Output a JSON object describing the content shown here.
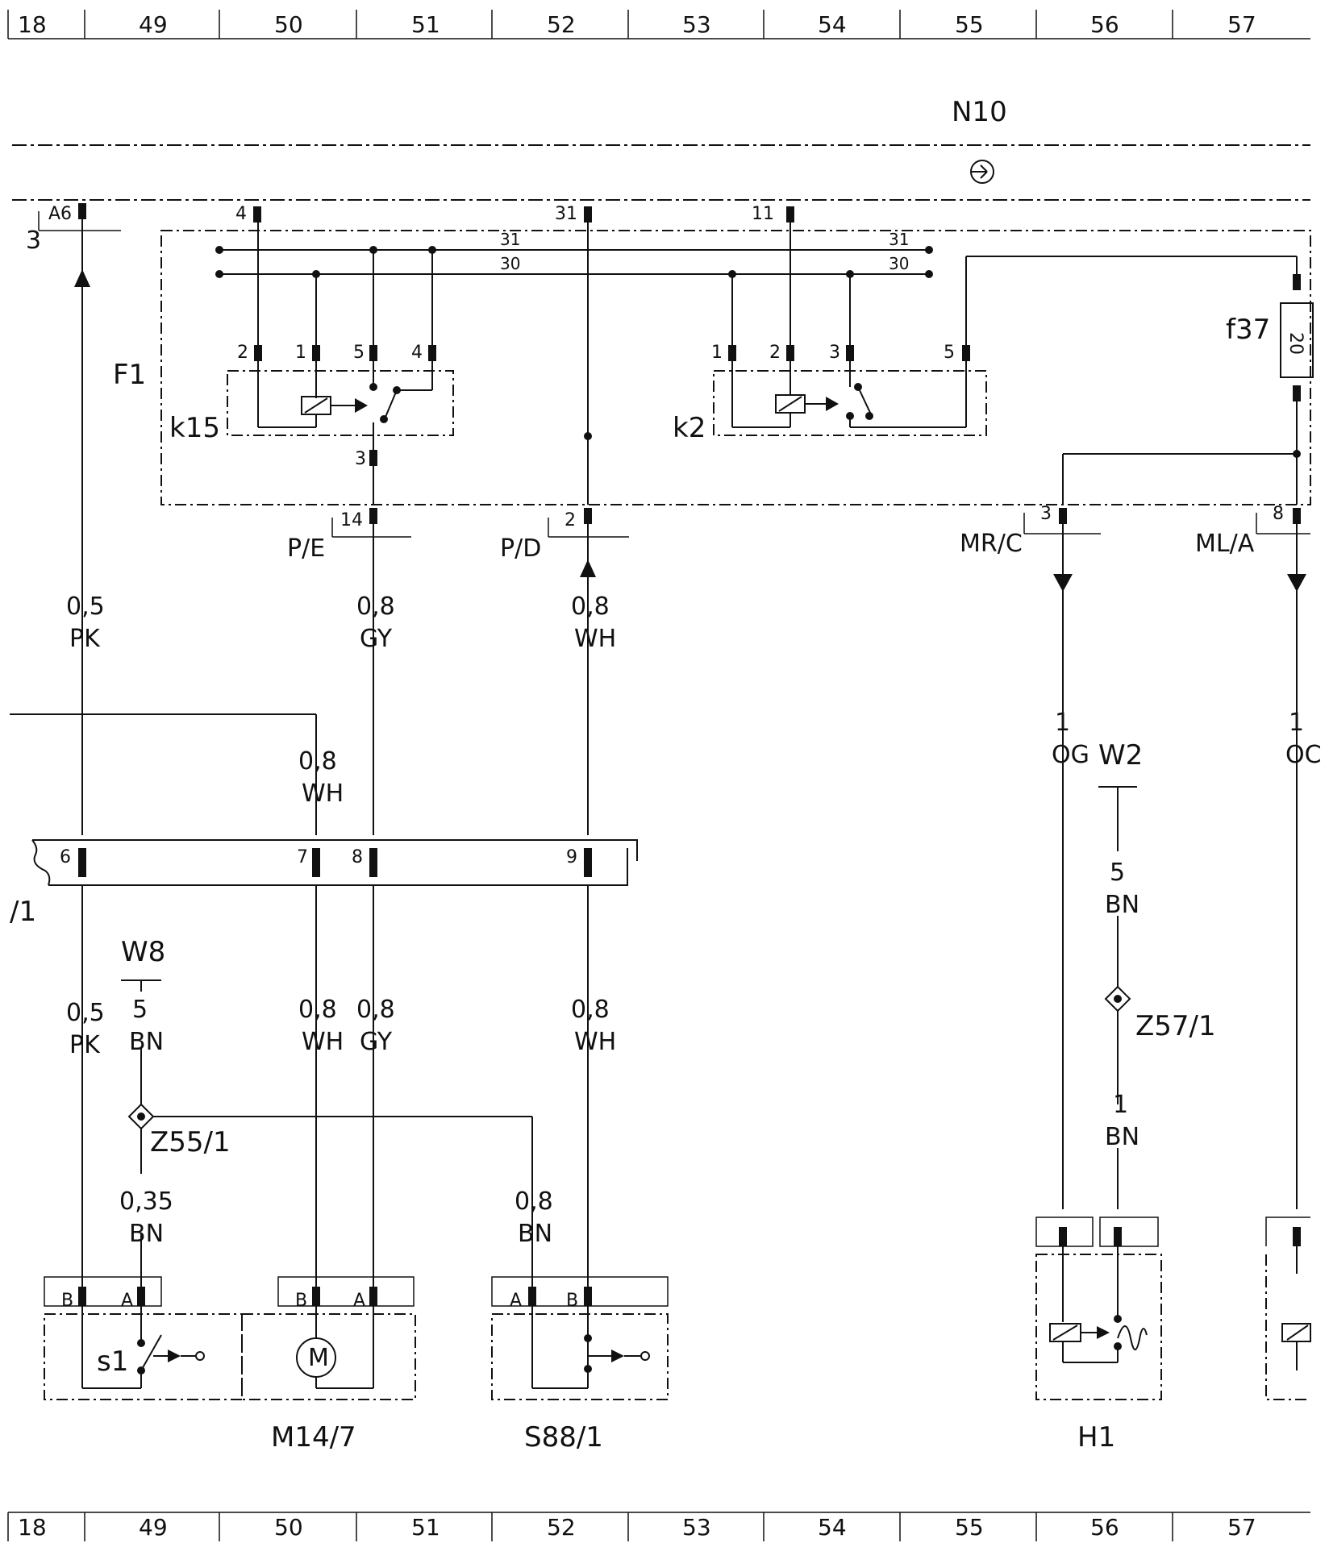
{
  "grid": {
    "top_columns": [
      "18",
      "49",
      "50",
      "51",
      "52",
      "53",
      "54",
      "55",
      "56",
      "57"
    ],
    "bottom_columns": [
      "18",
      "49",
      "50",
      "51",
      "52",
      "53",
      "54",
      "55",
      "56",
      "57"
    ]
  },
  "components": {
    "n10": "N10",
    "f1": "F1",
    "k15": "k15",
    "k2": "k2",
    "f37": "f37",
    "f37_rating": "20",
    "m14_7": "M14/7",
    "s88_1": "S88/1",
    "h1": "H1",
    "s1": "s1",
    "motor": "M",
    "left_partial": "/1"
  },
  "connectors": {
    "a6": "A6",
    "a6_side": "3",
    "n10_pin4": "4",
    "n10_pin31": "31",
    "n10_pin11": "11",
    "pe": "P/E",
    "pe_pin": "14",
    "pd": "P/D",
    "pd_pin": "2",
    "mrc": "MR/C",
    "mrc_pin": "3",
    "mla": "ML/A",
    "mla_pin": "8",
    "bus31": "31",
    "bus30": "30",
    "bus31_r": "31",
    "bus30_r": "30"
  },
  "k15_pins": {
    "p2": "2",
    "p1": "1",
    "p5": "5",
    "p4": "4",
    "p3": "3"
  },
  "k2_pins": {
    "p1": "1",
    "p2": "2",
    "p3": "3",
    "p5": "5"
  },
  "strip_pins": {
    "p6": "6",
    "p7": "7",
    "p8": "8",
    "p9": "9"
  },
  "plug_pins": {
    "s1_b": "B",
    "s1_a": "A",
    "m_b": "B",
    "m_a": "A",
    "s88_a": "A",
    "s88_b": "B"
  },
  "wires": {
    "pk_top": {
      "size": "0,5",
      "color": "PK"
    },
    "gy_top": {
      "size": "0,8",
      "color": "GY"
    },
    "wh_top": {
      "size": "0,8",
      "color": "WH"
    },
    "wh_mid": {
      "size": "0,8",
      "color": "WH"
    },
    "og_mr": {
      "size": "1",
      "color": "OG"
    },
    "og_ml": {
      "size": "1",
      "color": "OC"
    },
    "w2_bn": {
      "size": "5",
      "color": "BN"
    },
    "w2_bn2": {
      "size": "1",
      "color": "BN"
    },
    "pk_bot": {
      "size": "0,5",
      "color": "PK"
    },
    "w8_bn": {
      "size": "5",
      "color": "BN"
    },
    "wh_bot": {
      "size": "0,8",
      "color": "WH"
    },
    "gy_bot": {
      "size": "0,8",
      "color": "GY"
    },
    "wh_bot2": {
      "size": "0,8",
      "color": "WH"
    },
    "bn_035": {
      "size": "0,35",
      "color": "BN"
    },
    "bn_08": {
      "size": "0,8",
      "color": "BN"
    }
  },
  "grounds": {
    "w8": "W8",
    "w2": "W2"
  },
  "splices": {
    "z55_1": "Z55/1",
    "z57_1": "Z57/1"
  }
}
